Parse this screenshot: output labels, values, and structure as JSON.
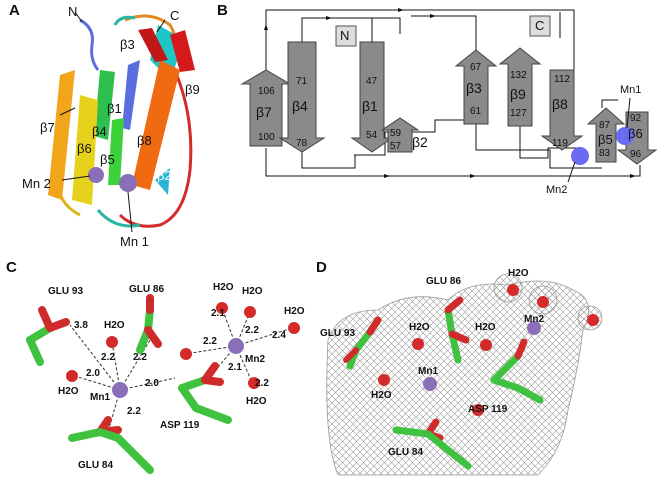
{
  "panels": {
    "a": "A",
    "b": "B",
    "c": "C",
    "d": "D"
  },
  "panel_a": {
    "n_term": "N",
    "c_term": "C",
    "strands": [
      "β1",
      "β2",
      "β3",
      "β4",
      "β5",
      "β6",
      "β7",
      "β8",
      "β9"
    ],
    "mn1": "Mn 1",
    "mn2": "Mn 2"
  },
  "panel_b": {
    "n_box": "N",
    "c_box": "C",
    "strands": [
      {
        "name": "β7",
        "top": "106",
        "bottom": "100",
        "dir": "up"
      },
      {
        "name": "β4",
        "top": "71",
        "bottom": "78",
        "dir": "down"
      },
      {
        "name": "β1",
        "top": "47",
        "bottom": "54",
        "dir": "down"
      },
      {
        "name": "β2",
        "top": "59",
        "bottom": "57",
        "dir": "up"
      },
      {
        "name": "β3",
        "top": "67",
        "bottom": "61",
        "dir": "up"
      },
      {
        "name": "β9",
        "top": "132",
        "bottom": "127",
        "dir": "up"
      },
      {
        "name": "β8",
        "top": "112",
        "bottom": "119",
        "dir": "down"
      },
      {
        "name": "β5",
        "top": "87",
        "bottom": "83",
        "dir": "up"
      },
      {
        "name": "β6",
        "top": "92",
        "bottom": "96",
        "dir": "down"
      }
    ],
    "mn1": "Mn1",
    "mn2": "Mn2"
  },
  "panel_c": {
    "residues": [
      "GLU 93",
      "GLU 86",
      "GLU 84",
      "ASP 119"
    ],
    "mn1": "Mn1",
    "mn2": "Mn2",
    "water": "H2O",
    "distances": [
      "3.8",
      "2.2",
      "2.0",
      "2.2",
      "2.0",
      "2.2",
      "2.1",
      "2.2",
      "2.2",
      "2.4",
      "2.1",
      "2.2"
    ]
  },
  "panel_d": {
    "residues": [
      "GLU 93",
      "GLU 86",
      "GLU 84",
      "ASP 119"
    ],
    "mn1": "Mn1",
    "mn2": "Mn2",
    "water": "H2O"
  },
  "colors": {
    "strand_gray": "#8a8a8a",
    "mn_purple": "#8a6fb8",
    "mn_blue": "#6b6bf2",
    "water_red": "#d42a2a",
    "carbon_green": "#3fc23f",
    "oxygen_red": "#cf2b2b",
    "mesh": "#9a9a9a"
  }
}
